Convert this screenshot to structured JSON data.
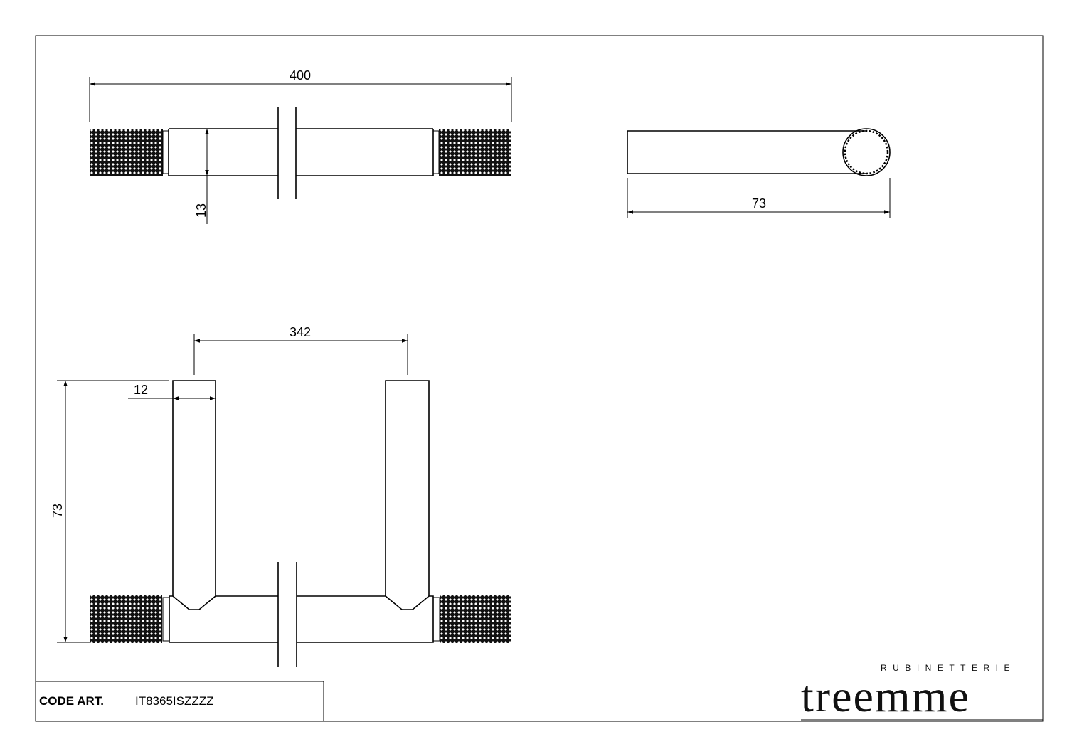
{
  "title_block": {
    "code_label": "CODE ART.",
    "code_value": "IT8365ISZZZZ"
  },
  "logo": {
    "brand": "treemme",
    "subtitle": "RUBINETTERIE"
  },
  "dimensions": {
    "top_view": {
      "overall_length": "400",
      "diameter": "13"
    },
    "side_view": {
      "depth": "73"
    },
    "front_view": {
      "center_distance": "342",
      "leg_width": "12",
      "height": "73"
    }
  },
  "colors": {
    "line": "#000000",
    "background": "#ffffff"
  }
}
